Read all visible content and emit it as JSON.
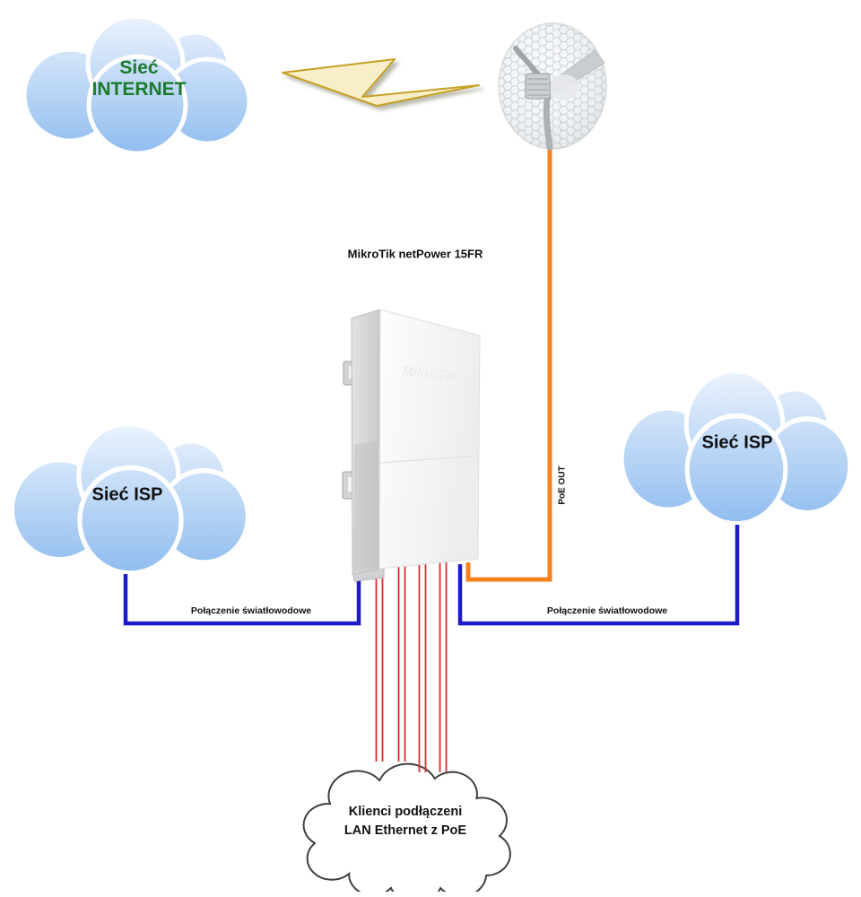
{
  "diagram": {
    "title": "MikroTik netPower 15FR",
    "clouds": {
      "internet": {
        "line1": "Sieć",
        "line2": "INTERNET"
      },
      "isp_left": {
        "label": "Sieć ISP"
      },
      "isp_right": {
        "label": "Sieć ISP"
      },
      "clients": {
        "line1": "Klienci podłączeni",
        "line2": "LAN Ethernet z PoE"
      }
    },
    "connections": {
      "poe_out": {
        "label": "PoE OUT",
        "color": "#F5821F"
      },
      "fiber_left": {
        "label": "Połączenie światłowodowe",
        "color": "#1B1BC8"
      },
      "fiber_right": {
        "label": "Połączenie światłowodowe",
        "color": "#1B1BC8"
      },
      "lan_clients": {
        "color": "#D0312D",
        "cable_count": 4
      }
    },
    "device": {
      "ghost_logo": "MikroTik"
    },
    "colors": {
      "internet_text": "#1B7B2B",
      "cloud_gradient_top": "#EEF4FD",
      "cloud_gradient_bottom": "#8FBCEF",
      "bolt_fill": "#F8EFC9",
      "bolt_stroke": "#C6A125",
      "clients_cloud_outline": "#3F3F3F"
    }
  }
}
